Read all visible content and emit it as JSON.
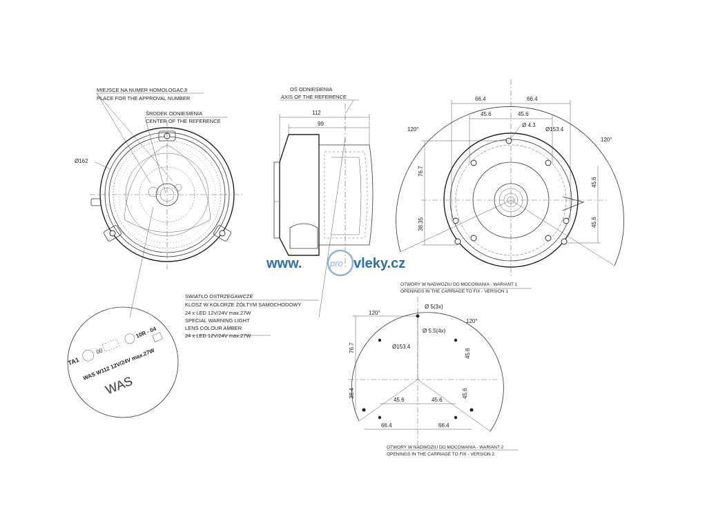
{
  "front_view": {
    "approval_label_pl": "MIEJSCE NA NUMER HOMOLOGACJI",
    "approval_label_en": "PLACE FOR THE APPROVAL NUMBER",
    "center_label_pl": "ŚRODEK ODNIESIENIA",
    "center_label_en": "CENTER OF THE REFERENCE",
    "diameter": "Ø162"
  },
  "side_view": {
    "axis_label_pl": "OŚ ODNIESIENIA",
    "axis_label_en": "AXIS OF THE REFERENCE",
    "width_total": "112",
    "width_body": "99"
  },
  "description": {
    "line1": "SWIATŁO OSTRZEGAWCZE",
    "line2": "KLOSZ W KOLORZE ŻÓŁTYM SAMOCHODOWY",
    "line3": "24 x LED   12V/24V  max.27W",
    "line4": "SPECIAL WARNING LIGHT",
    "line5": "LENS COLOUR AMBER",
    "line6": "24 x LED   12V/24V  max.27W"
  },
  "watermark": {
    "prefix": "www.",
    "pro": "pro",
    "suffix": "vleky.cz",
    "color": "#2a6fb0"
  },
  "detail_marking": {
    "ta": "TA1",
    "code1": "00",
    "code2": "10R - 04",
    "was": "WAS W112  12V/24V max.27W",
    "logo": "WAS"
  },
  "rear_view": {
    "dim_66_left": "66.4",
    "dim_66_right": "66.4",
    "dim_45_left": "45.6",
    "dim_45_right": "45.6",
    "angle_left": "120°",
    "angle_right": "120°",
    "hole_d": "Ø 4.3",
    "circle_d": "Ø153.4",
    "dim_76": "76.7",
    "dim_38": "38.35",
    "dim_45_top": "45.6",
    "dim_45_bottom": "45.6"
  },
  "holes_view": {
    "title1_pl": "OTWORY W NADWOZIU DO MOCOWANIA - WARIANT 1",
    "title1_en": "OPENINGS IN THE CARRIAGE TO FIX - VERSION 1",
    "title2_pl": "OTWORY W NADWOZIU DO MOCOWANIA - WARIANT 2",
    "title2_en": "OPENINGS IN THE CARRIAGE TO FIX - VERSION 2",
    "angle_left": "120°",
    "angle_right": "120°",
    "hole_3": "Ø 5(3x)",
    "hole_4": "Ø 5.5(4x)",
    "circle_d": "Ø153.4",
    "dim_76": "76.7",
    "dim_38": "38.4",
    "dim_45_left": "45.6",
    "dim_45_right": "45.6",
    "dim_45_vert_top": "45.6",
    "dim_45_vert_bottom": "45.6",
    "dim_66_left": "66.4",
    "dim_66_right": "66.4"
  }
}
